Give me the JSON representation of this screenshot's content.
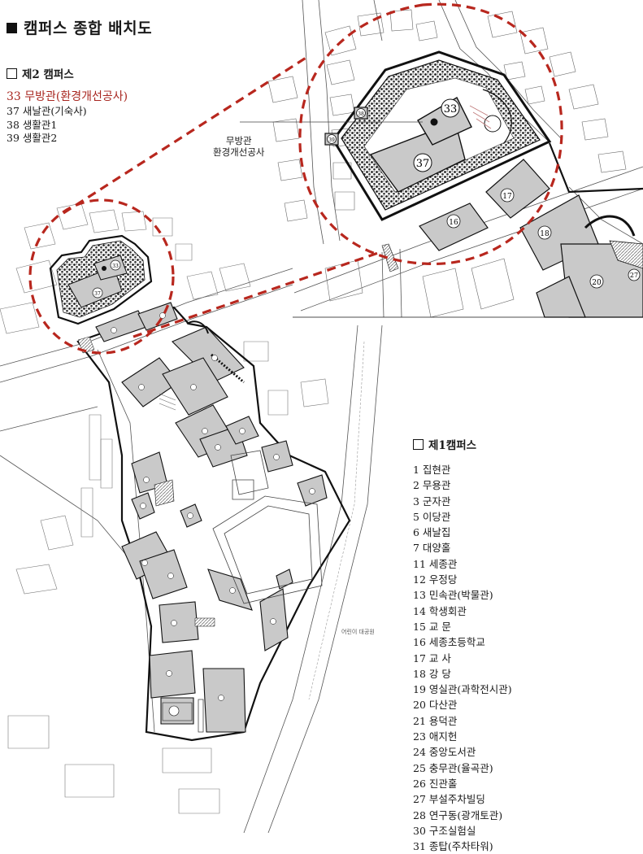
{
  "page": {
    "title": "캠퍼스 종합 배치도"
  },
  "campus2": {
    "heading": "제2 캠퍼스",
    "items": [
      {
        "label": "33 무방관(환경개선공사)",
        "highlight": true
      },
      {
        "label": "37 새날관(기숙사)",
        "highlight": false
      },
      {
        "label": "38 생활관1",
        "highlight": false
      },
      {
        "label": "39 생활관2",
        "highlight": false
      }
    ]
  },
  "campus1": {
    "heading": "제1캠퍼스",
    "items": [
      {
        "label": "1    집현관"
      },
      {
        "label": "2    무용관"
      },
      {
        "label": "3    군자관"
      },
      {
        "label": "5    이당관"
      },
      {
        "label": "6    새날집"
      },
      {
        "label": "7    대양홀"
      },
      {
        "label": "11 세종관"
      },
      {
        "label": "12 우정당"
      },
      {
        "label": "13 민속관(박물관)"
      },
      {
        "label": "14 학생회관"
      },
      {
        "label": "15 교  문"
      },
      {
        "label": "16 세종초등학교"
      },
      {
        "label": "17 교  사"
      },
      {
        "label": "18 강  당"
      },
      {
        "label": "19 영실관(과학전시관)"
      },
      {
        "label": "20 다산관"
      },
      {
        "label": "21 용덕관"
      },
      {
        "label": "23 애지헌"
      },
      {
        "label": "24 중앙도서관"
      },
      {
        "label": "25 충무관(율곡관)"
      },
      {
        "label": "26 진관홀"
      },
      {
        "label": "27 부설주차빌딩"
      },
      {
        "label": "28 연구동(광개토관)"
      },
      {
        "label": "30 구조실험실"
      },
      {
        "label": "31 종탑(주차타워)"
      }
    ]
  },
  "callout": {
    "line1": "무방관",
    "line2": "환경개선공사"
  },
  "map_labels": {
    "b33": "33",
    "b37": "37",
    "b38": "38",
    "b39": "39",
    "b17": "17",
    "b16": "16",
    "b18": "18",
    "b20": "20",
    "b27": "27",
    "small33": "33",
    "small37": "37",
    "road": "어린이 대공원"
  },
  "colors": {
    "highlight": "#a8261f",
    "dashed_outline": "#b8271e",
    "building_fill": "#c9c9c9",
    "hedge": "#2a2a2a"
  }
}
